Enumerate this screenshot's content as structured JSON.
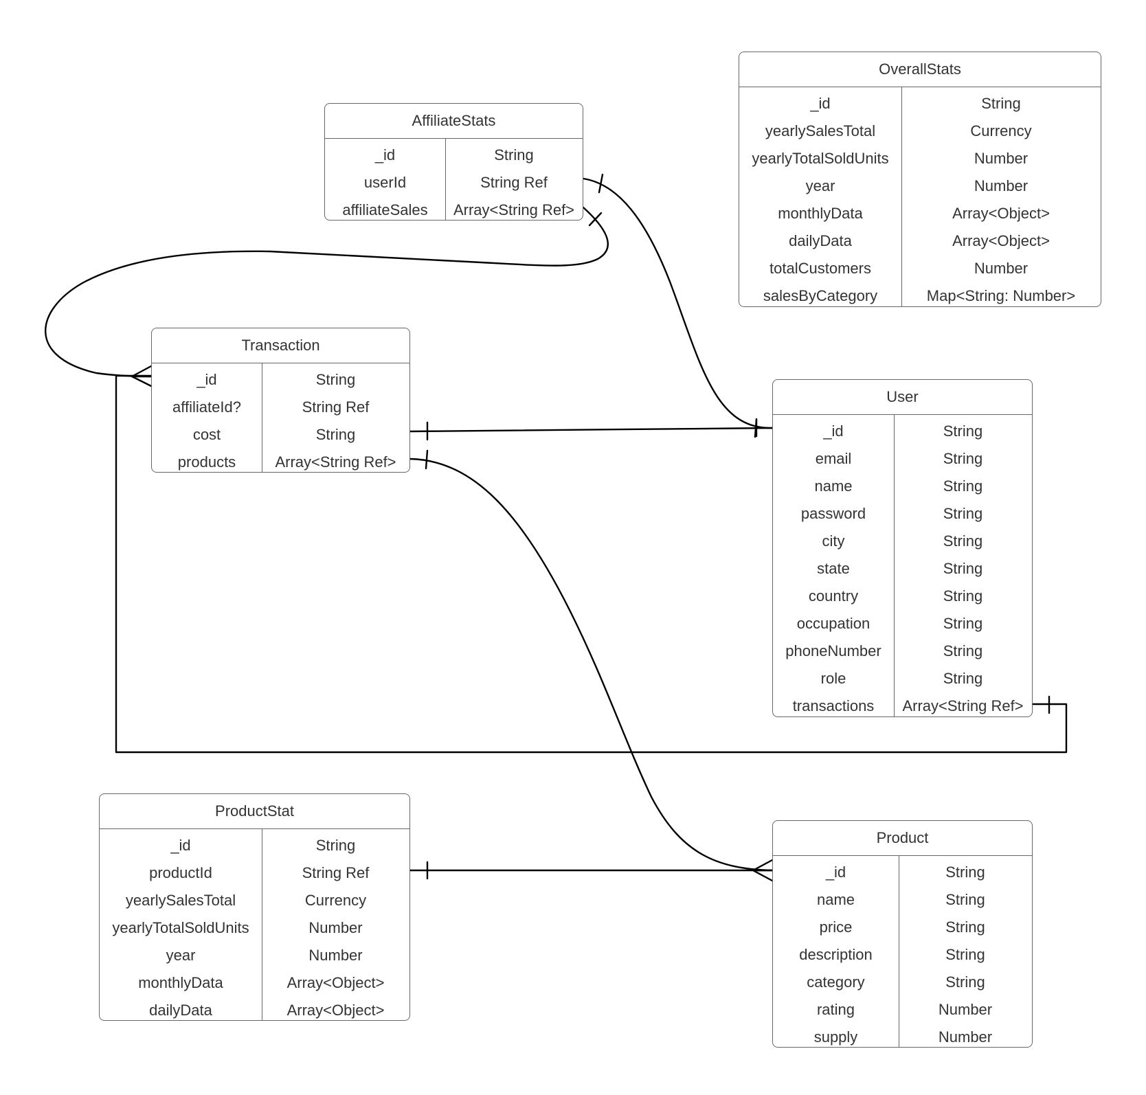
{
  "entities": {
    "overall_stats": {
      "title": "OverallStats",
      "fields": [
        {
          "name": "_id",
          "type": "String"
        },
        {
          "name": "yearlySalesTotal",
          "type": "Currency"
        },
        {
          "name": "yearlyTotalSoldUnits",
          "type": "Number"
        },
        {
          "name": "year",
          "type": "Number"
        },
        {
          "name": "monthlyData",
          "type": "Array<Object>"
        },
        {
          "name": "dailyData",
          "type": "Array<Object>"
        },
        {
          "name": "totalCustomers",
          "type": "Number"
        },
        {
          "name": "salesByCategory",
          "type": "Map<String: Number>"
        }
      ]
    },
    "affiliate_stats": {
      "title": "AffiliateStats",
      "fields": [
        {
          "name": "_id",
          "type": "String"
        },
        {
          "name": "userId",
          "type": "String Ref"
        },
        {
          "name": "affiliateSales",
          "type": "Array<String Ref>"
        }
      ]
    },
    "transaction": {
      "title": "Transaction",
      "fields": [
        {
          "name": "_id",
          "type": "String"
        },
        {
          "name": "affiliateId?",
          "type": "String Ref"
        },
        {
          "name": "cost",
          "type": "String"
        },
        {
          "name": "products",
          "type": "Array<String Ref>"
        }
      ]
    },
    "user": {
      "title": "User",
      "fields": [
        {
          "name": "_id",
          "type": "String"
        },
        {
          "name": "email",
          "type": "String"
        },
        {
          "name": "name",
          "type": "String"
        },
        {
          "name": "password",
          "type": "String"
        },
        {
          "name": "city",
          "type": "String"
        },
        {
          "name": "state",
          "type": "String"
        },
        {
          "name": "country",
          "type": "String"
        },
        {
          "name": "occupation",
          "type": "String"
        },
        {
          "name": "phoneNumber",
          "type": "String"
        },
        {
          "name": "role",
          "type": "String"
        },
        {
          "name": "transactions",
          "type": "Array<String Ref>"
        }
      ]
    },
    "product_stat": {
      "title": "ProductStat",
      "fields": [
        {
          "name": "_id",
          "type": "String"
        },
        {
          "name": "productId",
          "type": "String Ref"
        },
        {
          "name": "yearlySalesTotal",
          "type": "Currency"
        },
        {
          "name": "yearlyTotalSoldUnits",
          "type": "Number"
        },
        {
          "name": "year",
          "type": "Number"
        },
        {
          "name": "monthlyData",
          "type": "Array<Object>"
        },
        {
          "name": "dailyData",
          "type": "Array<Object>"
        }
      ]
    },
    "product": {
      "title": "Product",
      "fields": [
        {
          "name": "_id",
          "type": "String"
        },
        {
          "name": "name",
          "type": "String"
        },
        {
          "name": "price",
          "type": "String"
        },
        {
          "name": "description",
          "type": "String"
        },
        {
          "name": "category",
          "type": "String"
        },
        {
          "name": "rating",
          "type": "Number"
        },
        {
          "name": "supply",
          "type": "Number"
        }
      ]
    }
  },
  "relationships": [
    {
      "from": "AffiliateStats.userId",
      "to": "User._id",
      "from_end": "one",
      "to_end": "one"
    },
    {
      "from": "AffiliateStats.affiliateSales",
      "to": "Transaction._id",
      "from_end": "one",
      "to_end": "many"
    },
    {
      "from": "Transaction.cost",
      "to": "User._id",
      "from_end": "one",
      "to_end": "one"
    },
    {
      "from": "Transaction.products",
      "to": "Product._id",
      "from_end": "one",
      "to_end": "many"
    },
    {
      "from": "User.transactions",
      "to": "Transaction._id",
      "from_end": "one",
      "to_end": "many"
    },
    {
      "from": "ProductStat.productId",
      "to": "Product._id",
      "from_end": "one",
      "to_end": "many"
    }
  ],
  "colors": {
    "border": "#666666",
    "line": "#000000",
    "text": "#333333"
  }
}
